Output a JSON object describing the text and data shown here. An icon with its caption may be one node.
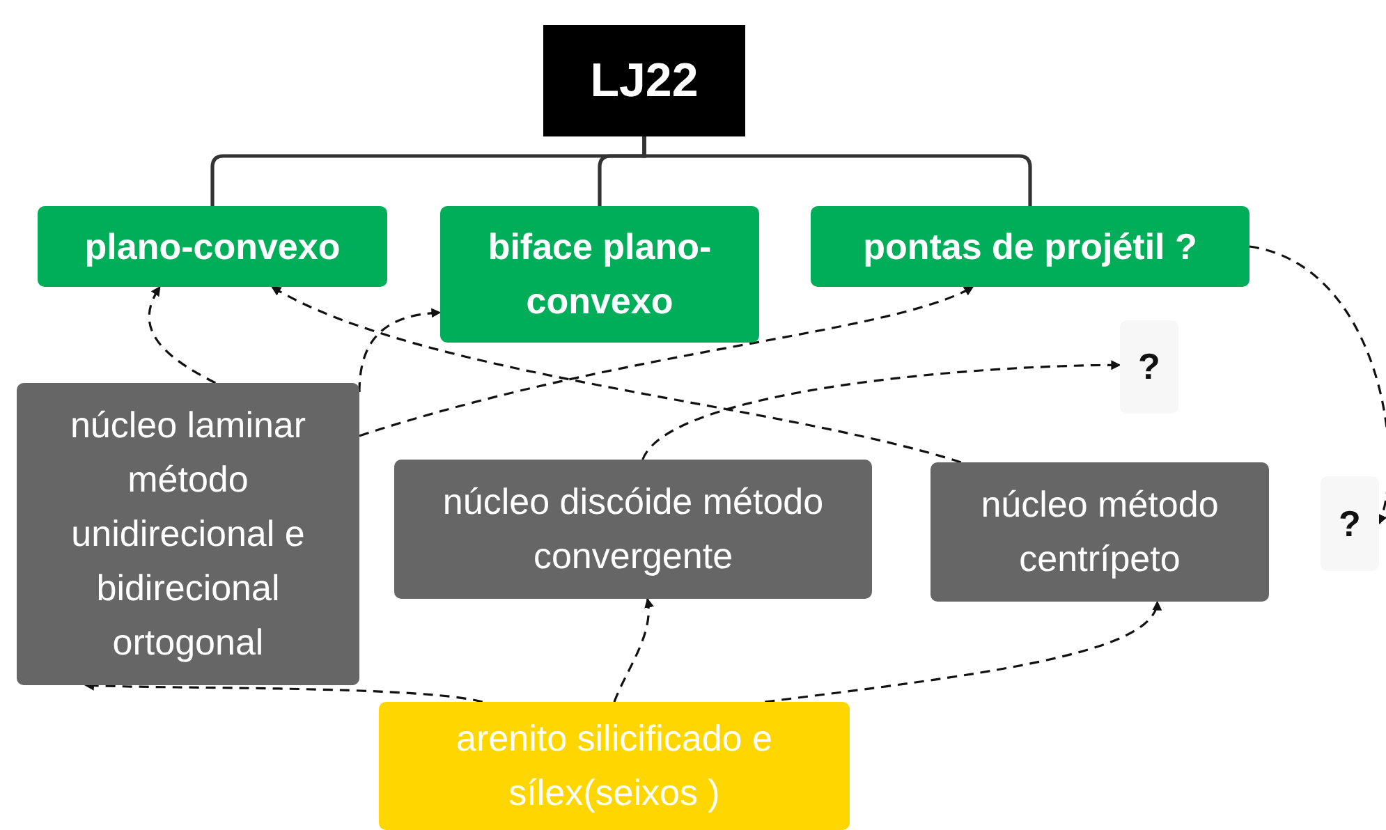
{
  "diagram": {
    "nodes": [
      {
        "text": [
          "LJ22"
        ]
      },
      {
        "text": [
          "plano-convexo"
        ]
      },
      {
        "text": [
          "biface plano-convexo"
        ]
      },
      {
        "text": [
          "pontas de projétil ?"
        ]
      },
      {
        "text": [
          "?"
        ]
      },
      {
        "text": [
          "núcleo laminar método unidirecional e bidirecional ortogonal"
        ]
      },
      {
        "text": [
          "núcleo discóide método convergente"
        ]
      },
      {
        "text": [
          "núcleo método centrípeto"
        ]
      },
      {
        "text": [
          "?"
        ]
      },
      {
        "text": [
          "arenito silicificado e sílex(seixos )"
        ]
      }
    ],
    "edges": [
      {
        "from": 0,
        "to": 1,
        "arrow": "none"
      },
      {
        "from": 0,
        "to": 2,
        "arrow": "none"
      },
      {
        "from": 0,
        "to": 3,
        "arrow": "none"
      },
      {
        "from": 5,
        "to": 1,
        "arrow": "to",
        "style": "dashed"
      },
      {
        "from": 5,
        "to": 2,
        "arrow": "to",
        "style": "dashed"
      },
      {
        "from": 5,
        "to": 3,
        "arrow": "to",
        "style": "dashed"
      },
      {
        "from": 7,
        "to": 1,
        "arrow": "to",
        "style": "dashed"
      },
      {
        "from": 6,
        "to": 4,
        "arrow": "to",
        "style": "dashed"
      },
      {
        "from": 3,
        "to": 8,
        "arrow": "to",
        "style": "dashed"
      },
      {
        "from": 9,
        "to": 5,
        "arrow": "to",
        "style": "dashed"
      },
      {
        "from": 9,
        "to": 6,
        "arrow": "to",
        "style": "dashed"
      },
      {
        "from": 9,
        "to": 7,
        "arrow": "to",
        "style": "dashed"
      }
    ]
  }
}
